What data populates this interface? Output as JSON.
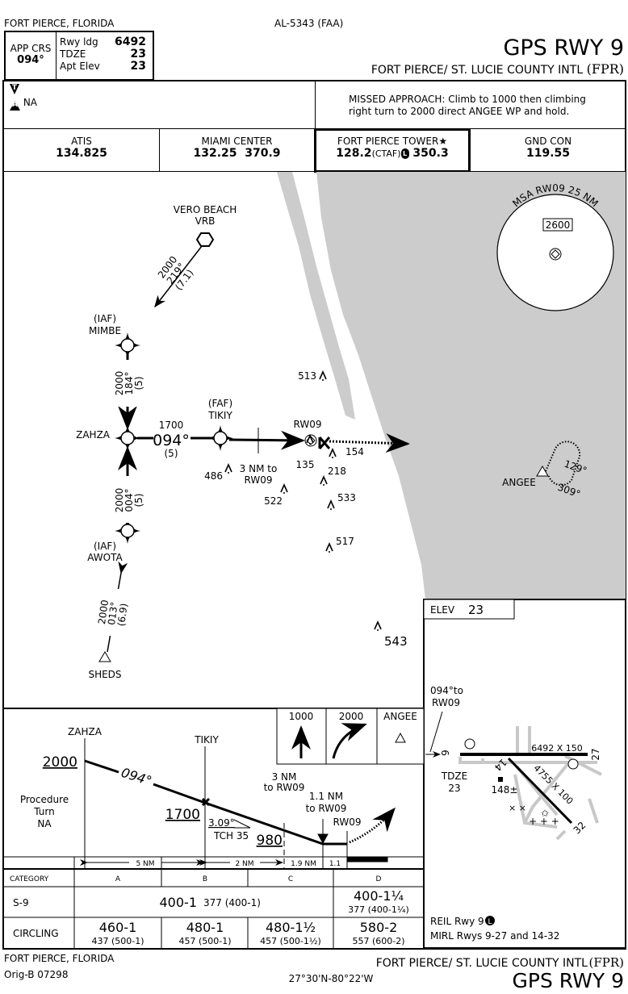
{
  "header": {
    "location": "FORT PIERCE, FLORIDA",
    "chart_id": "AL-5343 (FAA)",
    "title": "GPS RWY 9",
    "airport": "FORT PIERCE/ ST. LUCIE COUNTY INTL",
    "airport_id": "(FPR)",
    "app_crs_label": "APP CRS",
    "app_crs_value": "094°",
    "rwy_ldg_label": "Rwy ldg",
    "rwy_ldg_value": "6492",
    "tdze_label": "TDZE",
    "tdze_value": "23",
    "apt_elev_label": "Apt Elev",
    "apt_elev_value": "23"
  },
  "notes": {
    "takeoff_symbol": "T",
    "alternate_symbol": "A",
    "alternate_text": "NA",
    "missed_approach_line1": "MISSED APPROACH:  Climb to 1000 then climbing",
    "missed_approach_line2": "right turn to 2000 direct ANGEE WP and hold."
  },
  "frequencies": [
    {
      "label": "ATIS",
      "value": "134.825"
    },
    {
      "label": "MIAMI CENTER",
      "value": "132.25  370.9"
    },
    {
      "label": "FORT PIERCE TOWER★",
      "value": "128.2",
      "ctaf": "(CTAF)",
      "lighting": "L",
      "value2": "350.3"
    },
    {
      "label": "GND CON",
      "value": "119.55"
    }
  ],
  "plan_view": {
    "vrb_name": "VERO BEACH",
    "vrb_id": "VRB",
    "vrb_leg": [
      "2000",
      "219°",
      "(7.1)"
    ],
    "mimbe_role": "(IAF)",
    "mimbe": "MIMBE",
    "mimbe_leg": [
      "2000",
      "184°",
      "(5)"
    ],
    "zahza": "ZAHZA",
    "awota_role": "(IAF)",
    "awota": "AWOTA",
    "awota_leg": [
      "2000",
      "004°",
      "(5)"
    ],
    "final_alt": "1700",
    "final_crs": "094°",
    "final_dist": "(5)",
    "tikiy_role": "(FAF)",
    "tikiy": "TIKIY",
    "stepdown_line1": "3 NM to",
    "stepdown_line2": "RW09",
    "rw09": "RW09",
    "sheds": "SHEDS",
    "sheds_leg": [
      "2000",
      "013°",
      "(6.9)"
    ],
    "angee": "ANGEE",
    "hold_in": "129°",
    "hold_out": "309°",
    "msa_label": "MSA RW09 25 NM",
    "msa_alt": "2600",
    "obstacles": [
      "513",
      "486",
      "135",
      "154",
      "218",
      "522",
      "533",
      "517",
      "543"
    ],
    "water_color": "#cccccc"
  },
  "profile": {
    "zahza": "ZAHZA",
    "zahza_alt": "2000",
    "crs": "094°",
    "tikiy": "TIKIY",
    "tikiy_alt": "1700",
    "gpa": "3.09°",
    "tch": "TCH 35",
    "stepdown_alt": "980",
    "stepdown1_line1": "3 NM",
    "stepdown1_line2": "to RW09",
    "stepdown2_line1": "1.1 NM",
    "stepdown2_line2": "to RW09",
    "rw09": "RW09",
    "pt_line1": "Procedure",
    "pt_line2": "Turn",
    "pt_line3": "NA",
    "distances": [
      "5 NM",
      "2 NM",
      "1.9 NM",
      "1.1"
    ],
    "missed_icons": [
      "1000",
      "2000",
      "ANGEE"
    ]
  },
  "minima": {
    "headers": [
      "CATEGORY",
      "A",
      "B",
      "C",
      "D"
    ],
    "s9": {
      "label": "S-9",
      "abc_main": "400-1",
      "abc_sub": "377 (400-1)",
      "d_main": "400-1¼",
      "d_sub": "377 (400-1¼)"
    },
    "circling": {
      "label": "CIRCLING",
      "cells": [
        {
          "main": "460-1",
          "sub": "437 (500-1)"
        },
        {
          "main": "480-1",
          "sub": "457 (500-1)"
        },
        {
          "main": "480-1½",
          "sub": "457 (500-1½)"
        },
        {
          "main": "580-2",
          "sub": "557 (600-2)"
        }
      ]
    }
  },
  "airport_sketch": {
    "elev_label": "ELEV",
    "elev_value": "23",
    "crs_line1": "094°to",
    "crs_line2": "RW09",
    "rwy_9": "9",
    "rwy_27": "27",
    "rwy_14": "14",
    "rwy_32": "32",
    "rwy_9_27_dims": "6492 X 150",
    "rwy_14_32_dims": "4755 X 100",
    "tdze_label": "TDZE",
    "tdze_value": "23",
    "obstacle": "148±",
    "reil": "REIL Rwy 9",
    "reil_lighting": "L",
    "mirl": "MIRL Rwys 9-27 and 14-32"
  },
  "footer": {
    "location": "FORT PIERCE, FLORIDA",
    "amendment": "Orig-B  07298",
    "coords": "27°30'N-80°22'W",
    "airport": "FORT PIERCE/ ST. LUCIE COUNTY INTL",
    "airport_id": "(FPR)",
    "title": "GPS RWY 9"
  }
}
